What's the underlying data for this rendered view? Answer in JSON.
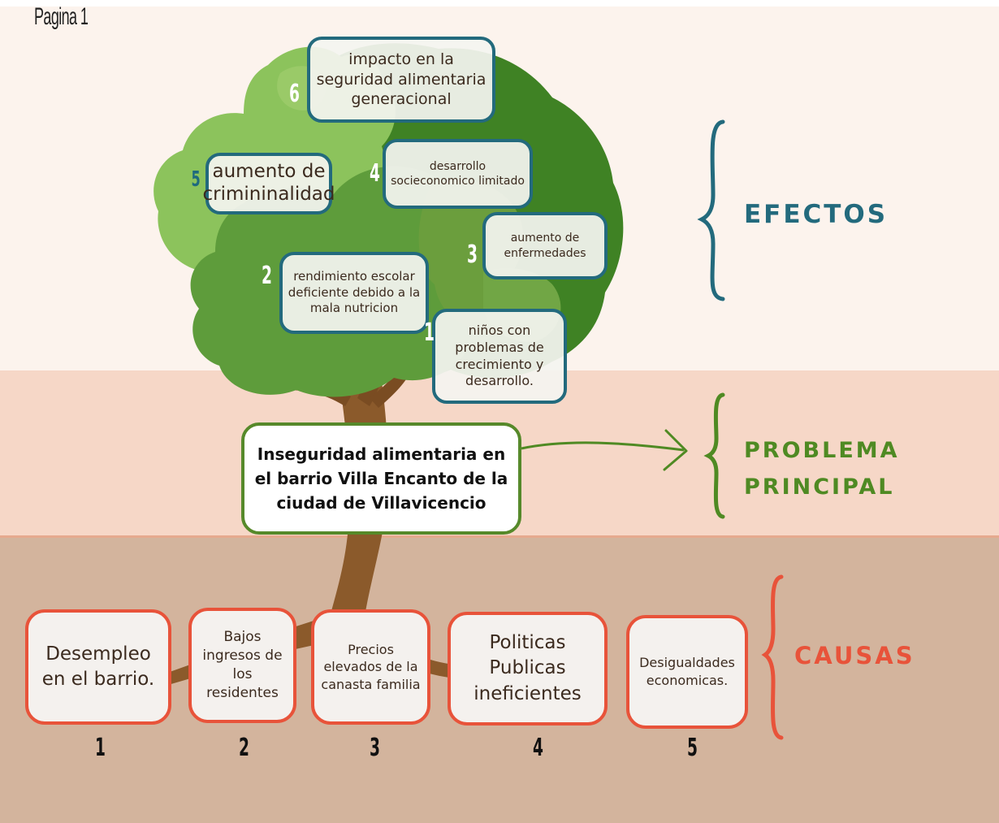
{
  "page_label": "Pagina 1",
  "sections": {
    "efectos": "EFECTOS",
    "problema": "PROBLEMA PRINCIPAL",
    "causas": "CAUSAS"
  },
  "main_problem": "Inseguridad alimentaria en el barrio Villa Encanto de la ciudad de Villavicencio",
  "effects": [
    {
      "num": "1",
      "text": "niños con problemas de crecimiento y desarrollo."
    },
    {
      "num": "2",
      "text": "rendimiento escolar deficiente debido a la mala nutricion"
    },
    {
      "num": "3",
      "text": "aumento de enfermedades"
    },
    {
      "num": "4",
      "text": "desarrollo socieconomico limitado"
    },
    {
      "num": "5",
      "text": "aumento de crimininalidad"
    },
    {
      "num": "6",
      "text": "impacto en la seguridad alimentaria generacional"
    }
  ],
  "causes": [
    {
      "num": "1",
      "text": "Desempleo en el barrio."
    },
    {
      "num": "2",
      "text": "Bajos ingresos de los residentes"
    },
    {
      "num": "3",
      "text": "Precios elevados de la canasta familia"
    },
    {
      "num": "4",
      "text": "Politicas Publicas ineficientes"
    },
    {
      "num": "5",
      "text": "Desigualdades economicas."
    }
  ],
  "colors": {
    "efectos": "#236a7d",
    "problema": "#4f8a23",
    "causas": "#e8533a",
    "trunk": "#8b5a2b",
    "leaf_light": "#8cc35c",
    "leaf_mid": "#5d9b3a",
    "leaf_dark": "#3d7f22"
  }
}
